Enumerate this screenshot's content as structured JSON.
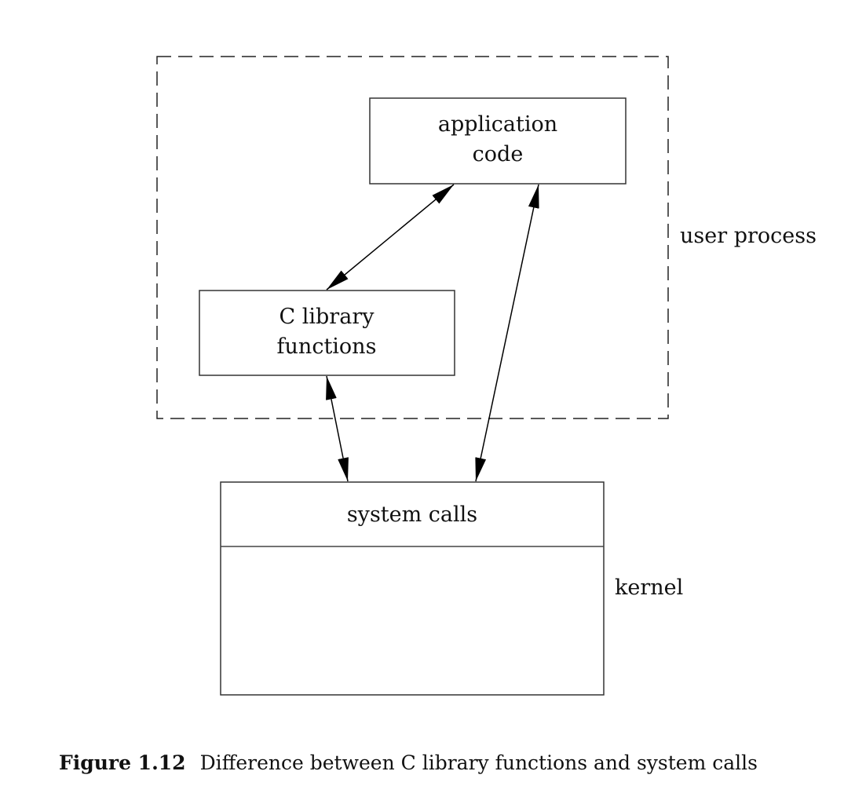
{
  "diagram": {
    "regions": {
      "user_process": "user process",
      "kernel": "kernel"
    },
    "boxes": {
      "application_code": [
        "application",
        "code"
      ],
      "c_library": [
        "C library",
        "functions"
      ],
      "system_calls": "system calls"
    },
    "arrows": [
      {
        "from": "application_code",
        "to": "c_library",
        "bidirectional": true
      },
      {
        "from": "c_library",
        "to": "system_calls",
        "bidirectional": true
      },
      {
        "from": "application_code",
        "to": "system_calls",
        "bidirectional": true
      }
    ]
  },
  "caption": {
    "label": "Figure 1.12",
    "text": "Difference between C library functions and system calls"
  }
}
